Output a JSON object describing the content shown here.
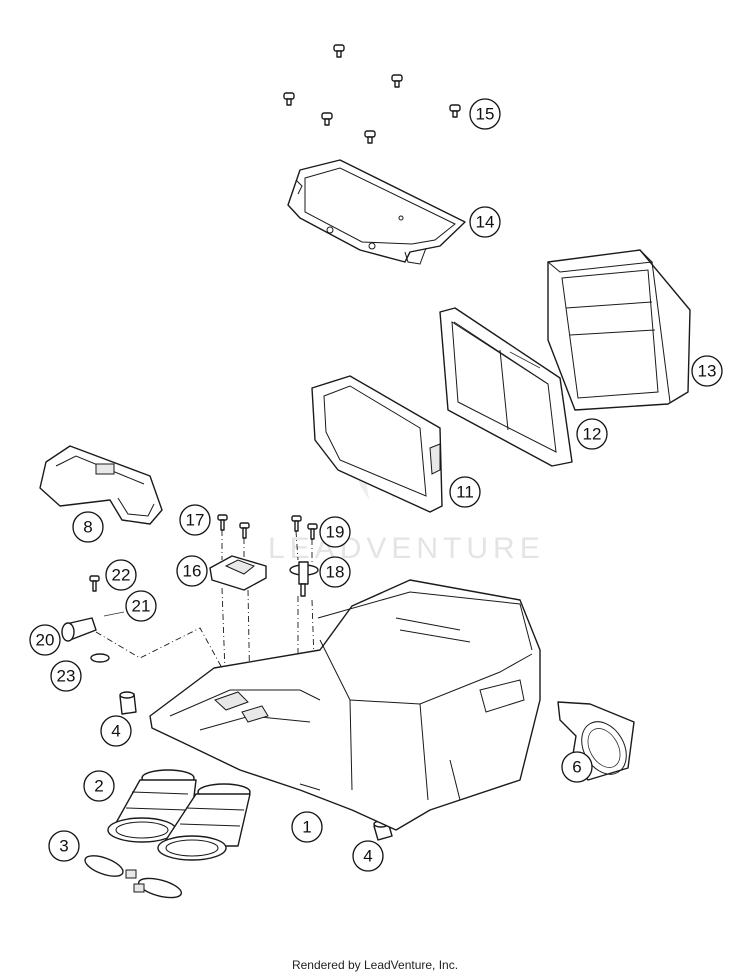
{
  "watermark": "LEADVENTURE",
  "footer": "Rendered by LeadVenture, Inc.",
  "callouts": [
    {
      "label": "15",
      "part": "screw"
    },
    {
      "label": "14",
      "part": "airbox-cover"
    },
    {
      "label": "13",
      "part": "air-filter"
    },
    {
      "label": "12",
      "part": "filter-cage"
    },
    {
      "label": "11",
      "part": "filter-frame"
    },
    {
      "label": "8",
      "part": "intake-duct-left"
    },
    {
      "label": "17",
      "part": "screw"
    },
    {
      "label": "19",
      "part": "screw"
    },
    {
      "label": "16",
      "part": "sensor-bracket"
    },
    {
      "label": "18",
      "part": "sensor"
    },
    {
      "label": "22",
      "part": "bolt"
    },
    {
      "label": "21",
      "part": "spring"
    },
    {
      "label": "20",
      "part": "elbow-fitting"
    },
    {
      "label": "23",
      "part": "o-ring"
    },
    {
      "label": "4",
      "part": "rubber-grommet-left"
    },
    {
      "label": "6",
      "part": "intake-duct-right"
    },
    {
      "label": "2",
      "part": "intake-boots"
    },
    {
      "label": "1",
      "part": "airbox-housing"
    },
    {
      "label": "4",
      "part": "rubber-grommet-right"
    },
    {
      "label": "3",
      "part": "hose-clamps"
    }
  ]
}
